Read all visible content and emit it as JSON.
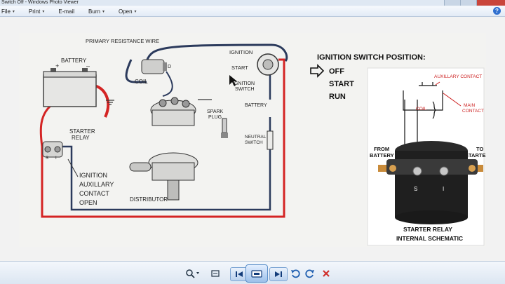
{
  "window": {
    "title": "Switch Off - Windows Photo Viewer"
  },
  "menu": {
    "items": [
      {
        "label": "File",
        "caret": "▾"
      },
      {
        "label": "Print",
        "caret": "▾"
      },
      {
        "label": "E-mail",
        "caret": ""
      },
      {
        "label": "Burn",
        "caret": "▾"
      },
      {
        "label": "Open",
        "caret": "▾"
      }
    ],
    "help_label": "?"
  },
  "diagram": {
    "labels": {
      "primary_wire": "PRIMARY RESISTANCE WIRE",
      "battery": "BATTERY",
      "plus": "+",
      "minus": "–",
      "coil": "COIL",
      "ignition": "IGNITION",
      "start": "START",
      "ignition_switch_1": "IGNITION",
      "ignition_switch_2": "SWITCH",
      "battery2": "BATTERY",
      "spark_1": "SPARK",
      "spark_2": "PLUG",
      "neutral_1": "NEUTRAL",
      "neutral_2": "SWITCH",
      "starter_relay_1": "STARTER",
      "starter_relay_2": "RELAY",
      "aux_1": "IGNITION",
      "aux_2": "AUXILLARY",
      "aux_3": "CONTACT",
      "aux_4": "OPEN",
      "distributor": "DISTRIBUTOR",
      "s_term": "S",
      "i_term": "I",
      "d_term": "D"
    }
  },
  "positions_panel": {
    "heading": "IGNITION SWITCH POSITION:",
    "items": [
      "OFF",
      "START",
      "RUN"
    ]
  },
  "relay_panel": {
    "aux_contact": "AUXILLARY CONTACT",
    "coil": "COIL",
    "main_contact_1": "MAIN",
    "main_contact_2": "CONTACT",
    "from_battery_1": "FROM",
    "from_battery_2": "BATTERY",
    "to_starter_1": "TO",
    "to_starter_2": "STARTER",
    "s": "S",
    "i": "I",
    "caption_1": "STARTER RELAY",
    "caption_2": "INTERNAL SCHEMATIC"
  },
  "colors": {
    "red_wire": "#d42424",
    "blue_wire": "#2b3a5c",
    "accent_red": "#cc1f1f"
  }
}
